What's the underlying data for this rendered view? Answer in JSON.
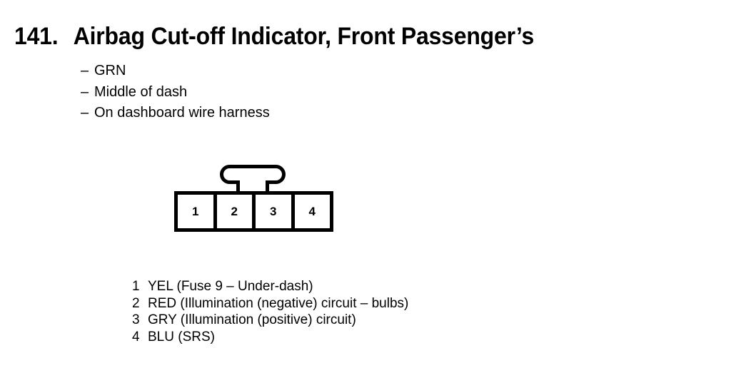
{
  "page": {
    "background_color": "#ffffff",
    "ink_color": "#000000"
  },
  "header": {
    "number": "141.",
    "title": "Airbag Cut-off Indicator, Front Passenger’s"
  },
  "descriptors": [
    {
      "dash": "–",
      "text": "GRN"
    },
    {
      "dash": "–",
      "text": "Middle of dash"
    },
    {
      "dash": "–",
      "text": "On dashboard wire harness"
    }
  ],
  "connector": {
    "name": "4-pin connector",
    "latch": "locking-tab",
    "pin_count": 4,
    "pins": [
      {
        "label": "1"
      },
      {
        "label": "2"
      },
      {
        "label": "3"
      },
      {
        "label": "4"
      }
    ]
  },
  "pin_legend": [
    {
      "num": "1",
      "desc": "YEL (Fuse 9 – Under-dash)"
    },
    {
      "num": "2",
      "desc": "RED (Illumination (negative) circuit – bulbs)"
    },
    {
      "num": "3",
      "desc": "GRY (Illumination (positive) circuit)"
    },
    {
      "num": "4",
      "desc": "BLU (SRS)"
    }
  ]
}
